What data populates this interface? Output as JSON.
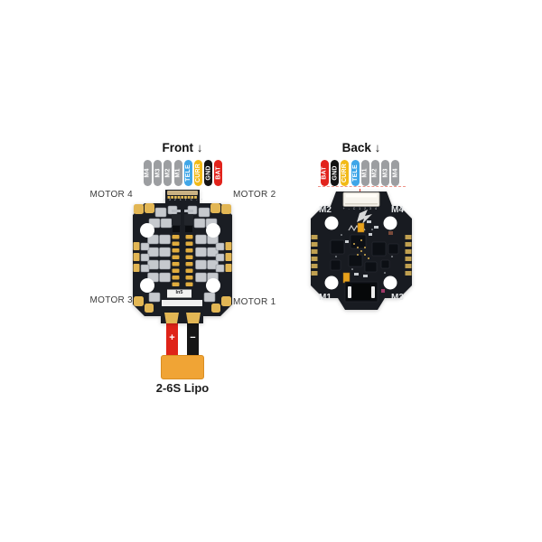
{
  "front": {
    "title": "Front ↓",
    "pins": [
      {
        "label": "M4",
        "color": "#9c9ea1"
      },
      {
        "label": "M3",
        "color": "#9c9ea1"
      },
      {
        "label": "M2",
        "color": "#9c9ea1"
      },
      {
        "label": "M1",
        "color": "#9c9ea1"
      },
      {
        "label": "TELE",
        "color": "#3fa6e8"
      },
      {
        "label": "CURR",
        "color": "#f2ba17"
      },
      {
        "label": "GND",
        "color": "#141414"
      },
      {
        "label": "BAT",
        "color": "#e2231c"
      }
    ],
    "motors": {
      "top_left": "MOTOR 4",
      "top_right": "MOTOR 2",
      "bottom_left": "MOTOR 3",
      "bottom_right": "MOTOR 1"
    },
    "connector_silkscreen": "4 3 2 1 T C - +",
    "board_sticker": "In5",
    "wire_positive": "+",
    "wire_negative": "−",
    "battery_label": "2-6S Lipo"
  },
  "back": {
    "title": "Back ↓",
    "pins": [
      {
        "label": "BAT",
        "color": "#e2231c"
      },
      {
        "label": "GND",
        "color": "#141414"
      },
      {
        "label": "CURR",
        "color": "#f2ba17"
      },
      {
        "label": "TELE",
        "color": "#3fa6e8"
      },
      {
        "label": "M1",
        "color": "#9c9ea1"
      },
      {
        "label": "M2",
        "color": "#9c9ea1"
      },
      {
        "label": "M3",
        "color": "#9c9ea1"
      },
      {
        "label": "M4",
        "color": "#9c9ea1"
      }
    ],
    "corners": {
      "top_left": "M2",
      "top_right": "M4",
      "bottom_left": "M1",
      "bottom_right": "M3"
    },
    "connector_silkscreen": "+ - C 1 2 3 4"
  },
  "colors": {
    "pcb_black": "#1a1d23",
    "pad_gold": "#e2b654",
    "mosfet_silver": "#c6c9ce",
    "wire_red": "#df2318",
    "wire_black": "#161616",
    "xt30_orange": "#f0a435",
    "callout_red": "#e03428"
  }
}
